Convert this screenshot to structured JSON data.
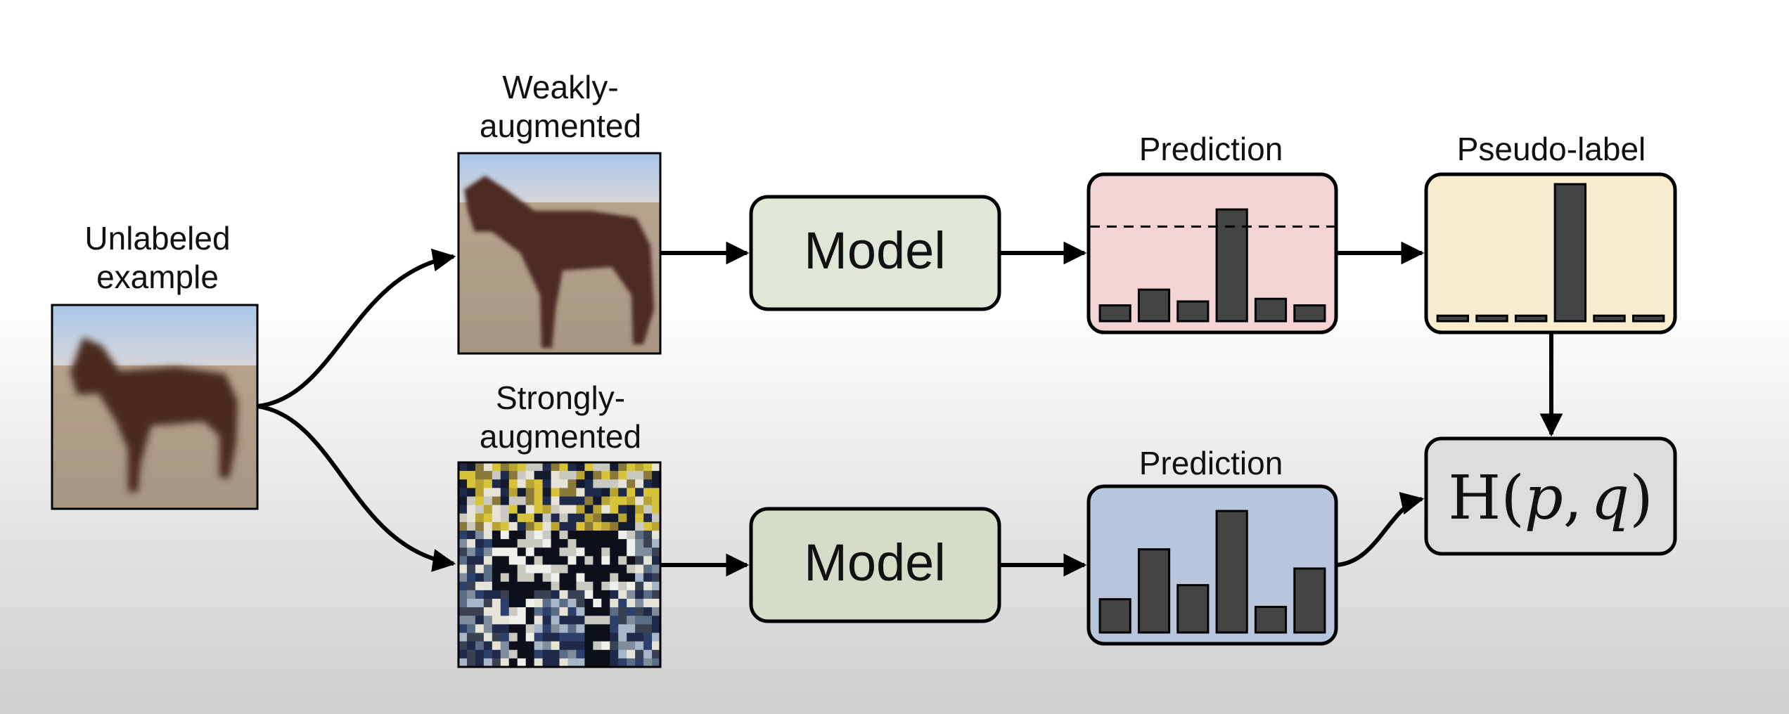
{
  "labels": {
    "unlabeled_line1": "Unlabeled",
    "unlabeled_line2": "example",
    "weak_line1": "Weakly-",
    "weak_line2": "augmented",
    "strong_line1": "Strongly-",
    "strong_line2": "augmented",
    "model_top": "Model",
    "model_bottom": "Model",
    "prediction_top": "Prediction",
    "prediction_bottom": "Prediction",
    "pseudo_label": "Pseudo-label",
    "loss_H": "H",
    "loss_open": "(",
    "loss_p": "p",
    "loss_comma": ",",
    "loss_q": "q",
    "loss_close": ")"
  },
  "colors": {
    "model_top_fill": "#dfe8d8",
    "model_bottom_fill": "#d3ddc8",
    "prediction_top_fill": "#f3d3d3",
    "prediction_bottom_fill": "#b7c5dd",
    "pseudo_label_fill": "#f8eecd",
    "loss_fill": "#dcdcdc",
    "bar_fill": "#444444"
  },
  "histograms": {
    "prediction_weak": {
      "values": [
        0.12,
        0.24,
        0.15,
        0.85,
        0.17,
        0.12
      ],
      "threshold": 0.72
    },
    "pseudo_label": {
      "values": [
        0.04,
        0.04,
        0.04,
        1.0,
        0.04,
        0.04
      ]
    },
    "prediction_strong": {
      "values": [
        0.26,
        0.65,
        0.37,
        0.95,
        0.2,
        0.5
      ]
    }
  },
  "images": {
    "unlabeled": "horse-photo",
    "weak": "horse-photo-flipped-crop",
    "strong": "horse-photo-color-distorted"
  }
}
